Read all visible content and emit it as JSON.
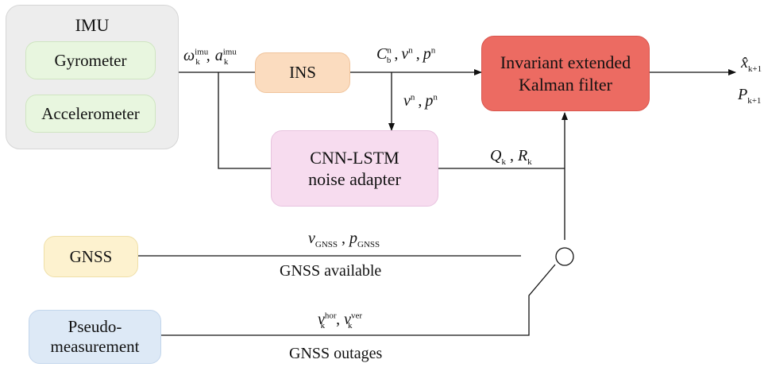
{
  "imu": {
    "title": "IMU",
    "gyro": "Gyrometer",
    "accel": "Accelerometer"
  },
  "ins": "INS",
  "cnn": {
    "line1": "CNN-LSTM",
    "line2": "noise adapter"
  },
  "iekf": {
    "line1": "Invariant extended",
    "line2": "Kalman filter"
  },
  "gnss": "GNSS",
  "pseudo": {
    "line1": "Pseudo-",
    "line2": "measurement"
  },
  "signals": {
    "omega": "ω",
    "a": "a",
    "imu_sup": "imu",
    "k": "k",
    "C": "C",
    "C_sub": "b",
    "n": "n",
    "v": "v",
    "p": "p",
    "Q": "Q",
    "R": "R",
    "x": "x̂",
    "P": "P",
    "k1": "k+1",
    "gnss_sub": "GNSS",
    "hor": "hor",
    "ver": "ver",
    "comma": ","
  },
  "captions": {
    "available": "GNSS available",
    "outages": "GNSS outages"
  }
}
